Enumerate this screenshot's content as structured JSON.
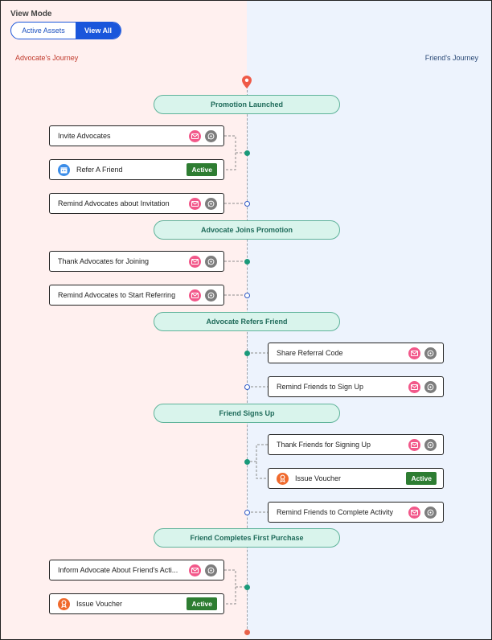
{
  "header": {
    "view_mode_label": "View Mode",
    "toggle": {
      "option_a": "Active Assets",
      "option_b": "View All",
      "selected": "View All"
    }
  },
  "lanes": {
    "left": "Advocate's Journey",
    "right": "Friend's Journey"
  },
  "colors": {
    "advocate_bg": "#fff0ef",
    "friend_bg": "#edf3fd",
    "stage_fill": "#d9f4ec",
    "accent": "#1a56db",
    "active_badge": "#2e7d32"
  },
  "stages": [
    {
      "label": "Promotion Launched"
    },
    {
      "label": "Advocate Joins Promotion"
    },
    {
      "label": "Advocate Refers Friend"
    },
    {
      "label": "Friend Signs Up"
    },
    {
      "label": "Friend Completes First Purchase"
    }
  ],
  "cards": [
    {
      "label": "Invite Advocates",
      "icons": [
        "mail-icon",
        "whatsapp-icon"
      ]
    },
    {
      "label": "Refer A Friend",
      "icon": "calendar-icon",
      "badge": "Active"
    },
    {
      "label": "Remind Advocates about Invitation",
      "icons": [
        "mail-icon",
        "whatsapp-icon"
      ]
    },
    {
      "label": "Thank Advocates for Joining",
      "icons": [
        "mail-icon",
        "whatsapp-icon"
      ]
    },
    {
      "label": "Remind Advocates to Start Referring",
      "icons": [
        "mail-icon",
        "whatsapp-icon"
      ]
    },
    {
      "label": "Share Referral Code",
      "icons": [
        "mail-icon",
        "whatsapp-icon"
      ]
    },
    {
      "label": "Remind Friends to Sign Up",
      "icons": [
        "mail-icon",
        "whatsapp-icon"
      ]
    },
    {
      "label": "Thank Friends for Signing Up",
      "icons": [
        "mail-icon",
        "whatsapp-icon"
      ]
    },
    {
      "label": "Issue Voucher",
      "icon": "voucher-icon",
      "badge": "Active"
    },
    {
      "label": "Remind Friends to Complete Activity",
      "icons": [
        "mail-icon",
        "whatsapp-icon"
      ]
    },
    {
      "label": "Inform Advocate About Friend's Acti...",
      "icons": [
        "mail-icon",
        "whatsapp-icon"
      ]
    },
    {
      "label": "Issue Voucher",
      "icon": "voucher-icon",
      "badge": "Active"
    }
  ]
}
